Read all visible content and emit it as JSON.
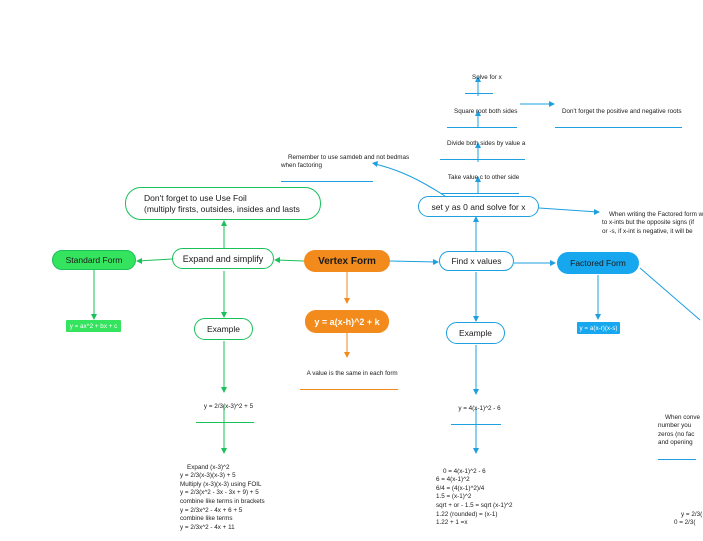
{
  "central": {
    "label": "Vertex Form",
    "color": "#f28a1c"
  },
  "vertex_eq": {
    "label": "y = a(x-h)^2 + k"
  },
  "vertex_note": "A value is the same in each form",
  "left": {
    "expand": "Expand and simplify",
    "foil_note": "Don't forget to use Use Foil\n(multiply firsts, outsides, insides and lasts",
    "standard": "Standard Form",
    "standard_eq": "y = ax^2 + bx + c",
    "example": "Example",
    "example_eq": "y = 2/3(x-3)^2 + 5",
    "work": "Expand (x-3)^2\ny = 2/3(x-3)(x-3) + 5\nMultiply (x-3)(x-3) using FOIL\ny = 2/3(x^2 - 3x - 3x + 9) + 5\ncombine like terms in brackets\ny = 2/3x^2 - 4x + 6 + 5\ncombine like terms\ny = 2/3x^2 - 4x + 11"
  },
  "right": {
    "find_x": "Find x values",
    "set_y": "set y as 0 and solve for x",
    "take_c": "Take value c to other side",
    "divide": "Divide both sides by value a",
    "sqrt": "Square root both sides",
    "solve": "Solve for x",
    "pos_neg": "Don't forget the positive and negative roots",
    "samdeb": "Remember to use samdeb and not bedmas\nwhen factoring",
    "factored": "Factored Form",
    "factored_eq": "y = a(x-r)(x-s)",
    "factored_note": "When writing the Factored form w\nto x-ints but the opposite signs (if\nor -s, if x-int is negative, it will be",
    "convert_note": "When conve\nnumber you\nzeros (no fac\nand opening",
    "example": "Example",
    "example_eq": "y = 4(x-1)^2 - 6",
    "work": "0 = 4(x-1)^2 - 6\n6 = 4(x-1)^2\n6/4 = (4(x-1)^2)/4\n1.5 = (x-1)^2\nsqrt + or - 1.5 = sqrt (x-1)^2\n1.22 (rounded) = (x-1)\n1.22 + 1 =x",
    "bottom_right": "y = 2/3(\n0 = 2/3("
  },
  "colors": {
    "orange": "#f28a1c",
    "green": "#1ac15a",
    "green_fill": "#34e35e",
    "blue": "#1d9fe0",
    "blue_fill": "#16a7ee"
  }
}
